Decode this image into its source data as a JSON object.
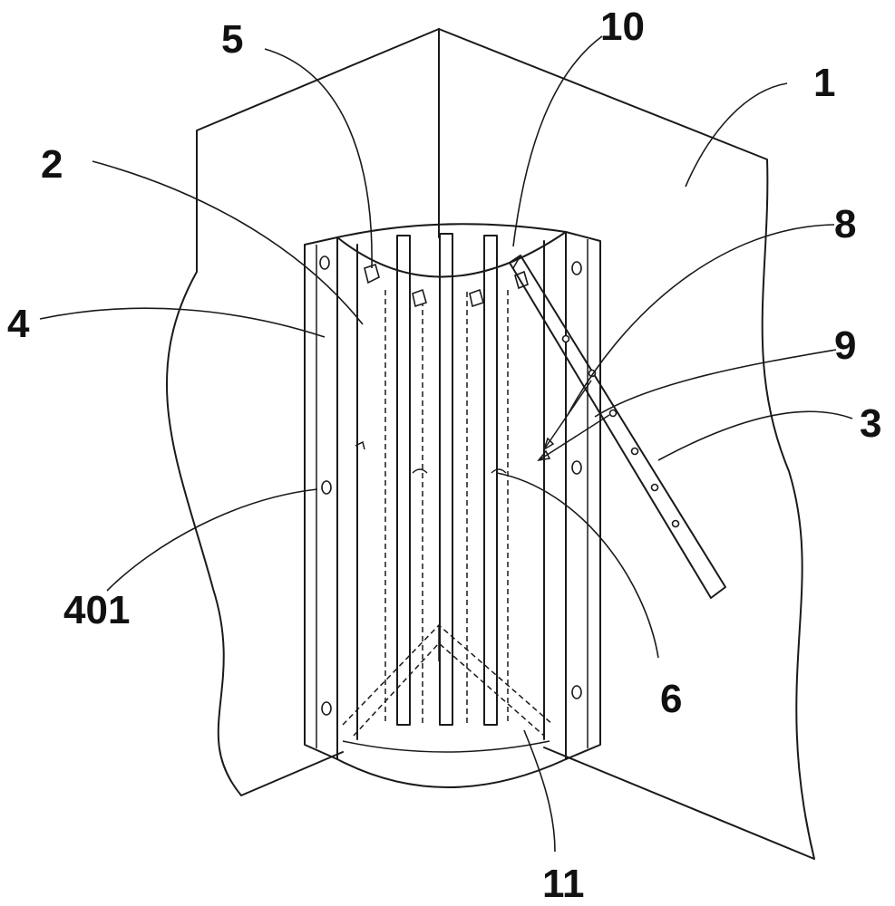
{
  "figure": {
    "callouts": [
      {
        "id": "c1",
        "text": "1"
      },
      {
        "id": "c2",
        "text": "2"
      },
      {
        "id": "c3",
        "text": "3"
      },
      {
        "id": "c4",
        "text": "4"
      },
      {
        "id": "c5",
        "text": "5"
      },
      {
        "id": "c6",
        "text": "6"
      },
      {
        "id": "c8",
        "text": "8"
      },
      {
        "id": "c9",
        "text": "9"
      },
      {
        "id": "c10",
        "text": "10"
      },
      {
        "id": "c11",
        "text": "11"
      },
      {
        "id": "c401",
        "text": "401"
      }
    ]
  }
}
